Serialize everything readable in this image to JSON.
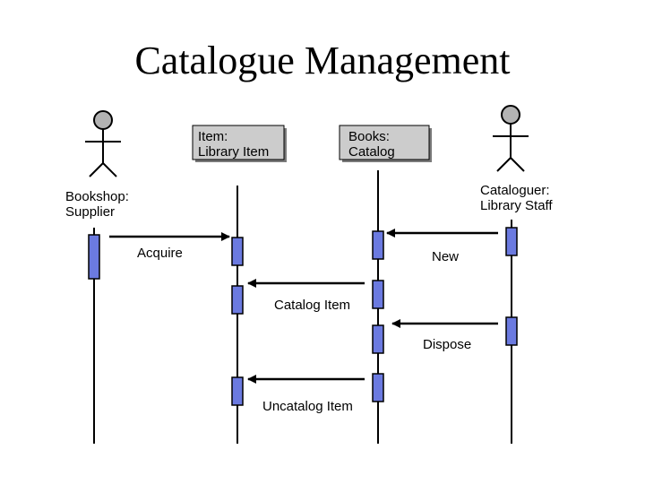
{
  "title": "Catalogue Management",
  "colors": {
    "activation_fill": "#6b7ae0",
    "object_box_fill": "#cccccc",
    "actor_head_fill": "#b3b3b3",
    "line": "#000000"
  },
  "participants": {
    "supplier": {
      "label_1": "Bookshop:",
      "label_2": "Supplier",
      "kind": "actor"
    },
    "item": {
      "label_1": "Item:",
      "label_2": "Library Item",
      "kind": "object"
    },
    "catalog": {
      "label_1": "Books:",
      "label_2": "Catalog",
      "kind": "object"
    },
    "cataloguer": {
      "label_1": "Cataloguer:",
      "label_2": "Library Staff",
      "kind": "actor"
    }
  },
  "messages": {
    "acquire": {
      "label": "Acquire",
      "from": "Bookshop: Supplier",
      "to": "Item: Library Item"
    },
    "new": {
      "label": "New",
      "from": "Cataloguer: Library Staff",
      "to": "Books: Catalog"
    },
    "catalog_item": {
      "label": "Catalog Item",
      "from": "Books: Catalog",
      "to": "Item: Library Item"
    },
    "dispose": {
      "label": "Dispose",
      "from": "Cataloguer: Library Staff",
      "to": "Books: Catalog"
    },
    "uncatalog_item": {
      "label": "Uncatalog Item",
      "from": "Books: Catalog",
      "to": "Item: Library Item"
    }
  }
}
